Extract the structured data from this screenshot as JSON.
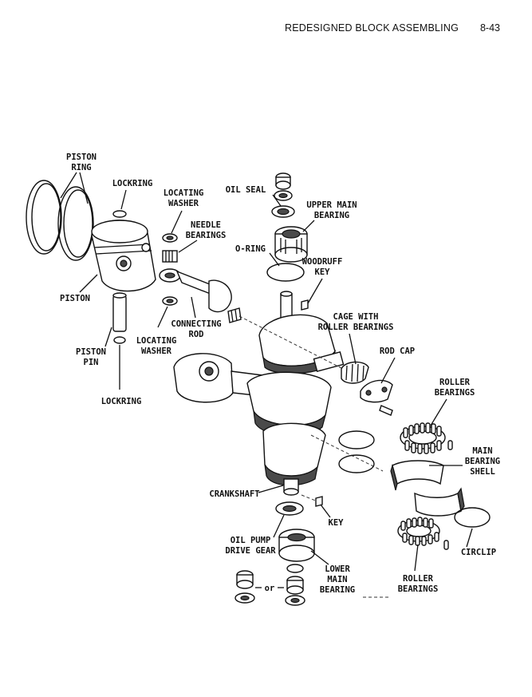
{
  "header": {
    "title": "REDESIGNED BLOCK ASSEMBLING",
    "page": "8-43"
  },
  "labels": {
    "piston_ring": [
      "PISTON",
      "RING"
    ],
    "lockring_top": "LOCKRING",
    "locating_washer_top": [
      "LOCATING",
      "WASHER"
    ],
    "oil_seal": "OIL SEAL",
    "upper_main_bearing": [
      "UPPER MAIN",
      "BEARING"
    ],
    "needle_bearings": [
      "NEEDLE",
      "BEARINGS"
    ],
    "o_ring": "O-RING",
    "woodruff_key": [
      "WOODRUFF",
      "KEY"
    ],
    "piston": "PISTON",
    "cage_with_roller_bearings": [
      "CAGE WITH",
      "ROLLER BEARINGS"
    ],
    "connecting_rod": [
      "CONNECTING",
      "ROD"
    ],
    "piston_pin": [
      "PISTON",
      "PIN"
    ],
    "locating_washer_bottom": [
      "LOCATING",
      "WASHER"
    ],
    "rod_cap": "ROD CAP",
    "lockring_bottom": "LOCKRING",
    "roller_bearings_top": [
      "ROLLER",
      "BEARINGS"
    ],
    "main_bearing_shell": [
      "MAIN",
      "BEARING",
      "SHELL"
    ],
    "crankshaft": "CRANKSHAFT",
    "key": "KEY",
    "oil_pump_drive_gear": [
      "OIL PUMP",
      "DRIVE GEAR"
    ],
    "circlip": "CIRCLIP",
    "lower_main_bearing": [
      "LOWER",
      "MAIN",
      "BEARING"
    ],
    "roller_bearings_bottom": [
      "ROLLER",
      "BEARINGS"
    ],
    "or": "or"
  }
}
